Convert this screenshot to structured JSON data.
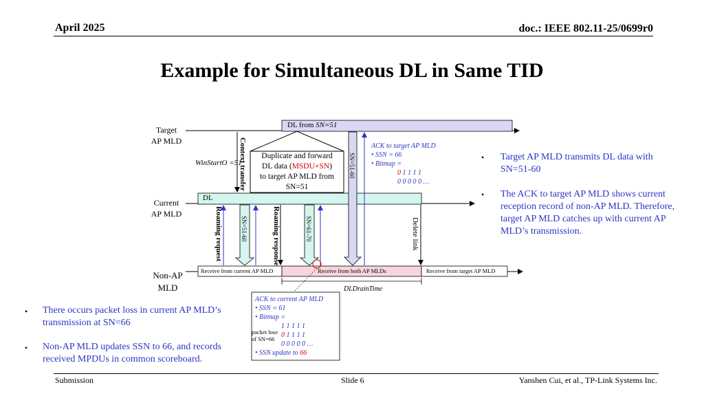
{
  "header": {
    "date": "April 2025",
    "doc": "doc.: IEEE 802.11-25/0699r0"
  },
  "title": "Example for Simultaneous DL in Same TID",
  "entities": {
    "target": [
      "Target",
      "AP MLD"
    ],
    "current": [
      "Current",
      "AP MLD"
    ],
    "nonap": [
      "Non-AP",
      "MLD"
    ]
  },
  "bars": {
    "dl_from_prefix": "DL from ",
    "dl_from_sn": "SN=51",
    "dl": "DL",
    "receive_current": "Receive from current AP MLD",
    "receive_both": "Receive from both AP MLDs",
    "receive_target": "Receive from target AP MLD"
  },
  "labels": {
    "winstart": "WinStartO =51",
    "dup_1": "Duplicate and forward",
    "dup_2a": "DL data (",
    "dup_2b": "MSDU+SN",
    "dup_2c": ")",
    "dup_3": "to target AP MLD from",
    "dup_4": "SN=51",
    "context_transfer": "Context transfer",
    "roaming_request": "Roaming request",
    "roaming_response": "Roaming response",
    "sn_51_60_a": "SN=51-60",
    "sn_61_70": "SN=61-70",
    "sn_51_60_b": "SN=51-60",
    "delete_link": "Delete link",
    "dldraintime": "DLDrainTime",
    "packet_loss_1": "packet lose",
    "packet_loss_2": "of SN=66"
  },
  "ack_target": {
    "title": "ACK to target AP MLD",
    "ssn": "SSN = 66",
    "bitmap": "Bitmap =",
    "row1_red": "0",
    "row1_rest": " 1 1 1 1",
    "row2": "0 0 0 0 0 …"
  },
  "ack_current": {
    "title": "ACK to current AP MLD",
    "ssn": "SSN = 61",
    "bitmap": "Bitmap =",
    "row1": "1 1 1 1 1",
    "row2_red": "0",
    "row2_rest": " 1 1 1 1",
    "row3": "0 0 0 0 0 …",
    "ssn_update": "SSN update to ",
    "ssn_update_val": "66"
  },
  "bullets_right": [
    "Target AP MLD transmits DL data with SN=51-60",
    "The ACK to target AP MLD shows current reception record of non-AP MLD. Therefore, target AP MLD catches up with current AP MLD’s transmission."
  ],
  "bullets_left": [
    "There occurs packet loss in current AP MLD’s transmission at SN=66",
    "Non-AP MLD updates SSN to 66, and records received MPDUs  in common scoreboard."
  ],
  "footer": {
    "left": "Submission",
    "center": "Slide 6",
    "right": "Yanshen Cui, et al., TP-Link Systems Inc."
  },
  "colors": {
    "bullet_text": "#2e35c4",
    "highlight": "#d00000",
    "dl_bar": "#d8d8f5",
    "current_bar": "#d5f5ef",
    "receive_pink": "#f6d5dc"
  }
}
